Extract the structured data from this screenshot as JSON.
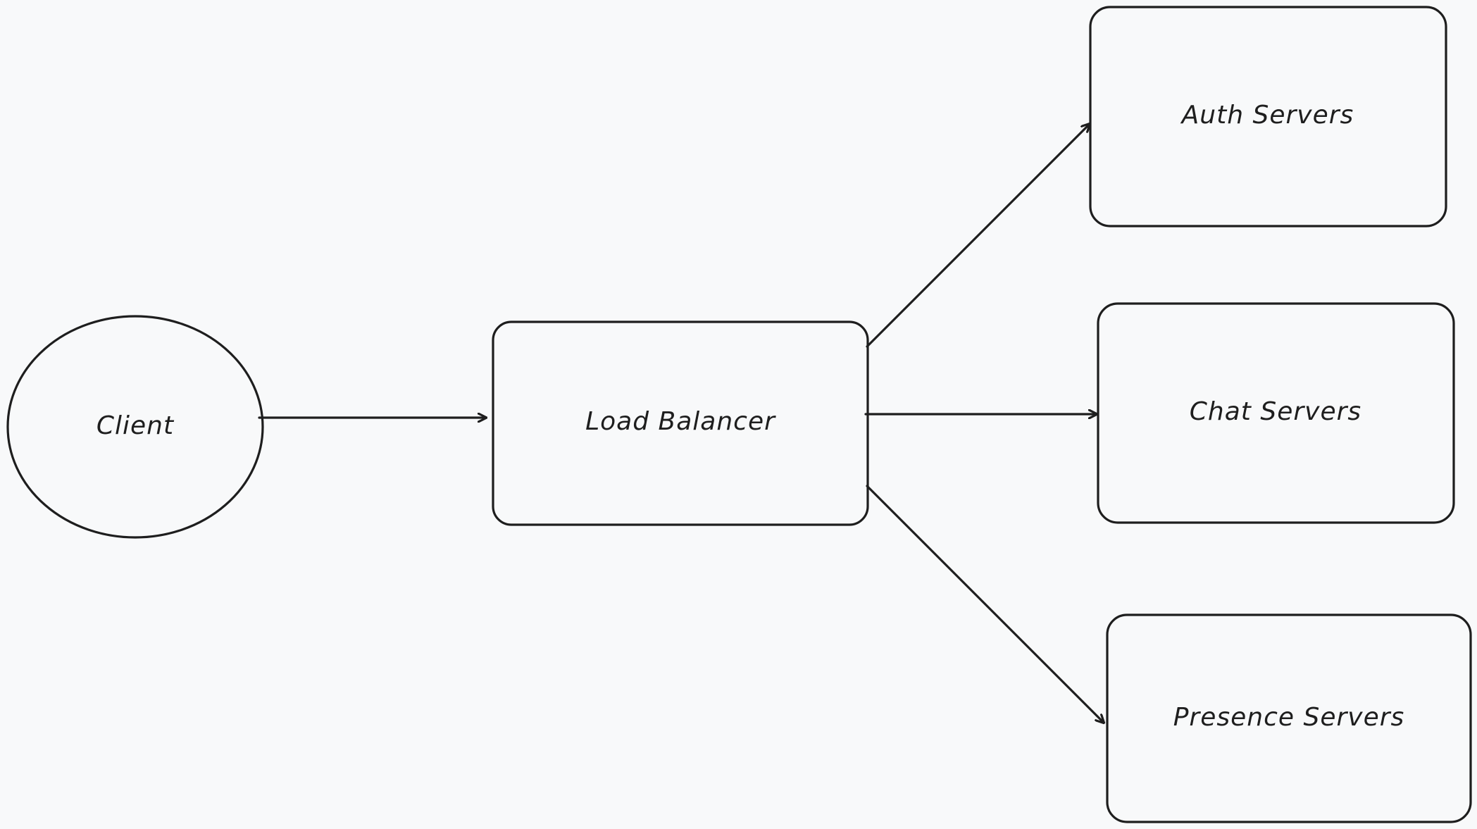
{
  "diagram": {
    "nodes": [
      {
        "id": "client",
        "label": "Client"
      },
      {
        "id": "load-balancer",
        "label": "Load Balancer"
      },
      {
        "id": "auth",
        "label": "Auth Servers"
      },
      {
        "id": "chat",
        "label": "Chat Servers"
      },
      {
        "id": "presence",
        "label": "Presence Servers"
      }
    ],
    "edges": [
      {
        "from": "client",
        "to": "load-balancer"
      },
      {
        "from": "load-balancer",
        "to": "auth"
      },
      {
        "from": "load-balancer",
        "to": "chat"
      },
      {
        "from": "load-balancer",
        "to": "presence"
      }
    ],
    "colors": {
      "background": "#f8f9fa",
      "stroke": "#1e1e1e"
    }
  }
}
